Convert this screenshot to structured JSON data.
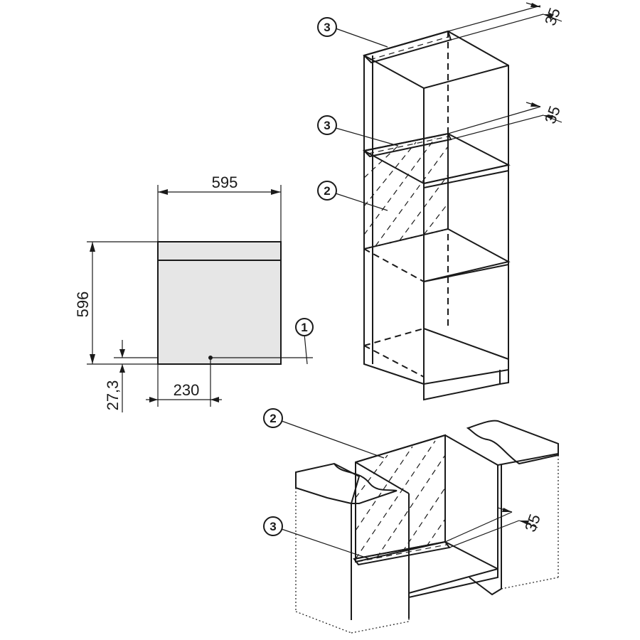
{
  "dimensions": {
    "oven_width": "595",
    "oven_height": "596",
    "connection_height": "27,3",
    "connection_offset": "230",
    "ventilation_top": "35",
    "ventilation_mid": "35",
    "ventilation_base": "35"
  },
  "callouts": {
    "c1": "1",
    "c2_tall": "2",
    "c3_top": "3",
    "c3_mid": "3",
    "c2_base": "2",
    "c3_base": "3"
  },
  "colors": {
    "line": "#1a1a1a",
    "oven_fill": "#e6e6e6",
    "background": "#ffffff"
  }
}
